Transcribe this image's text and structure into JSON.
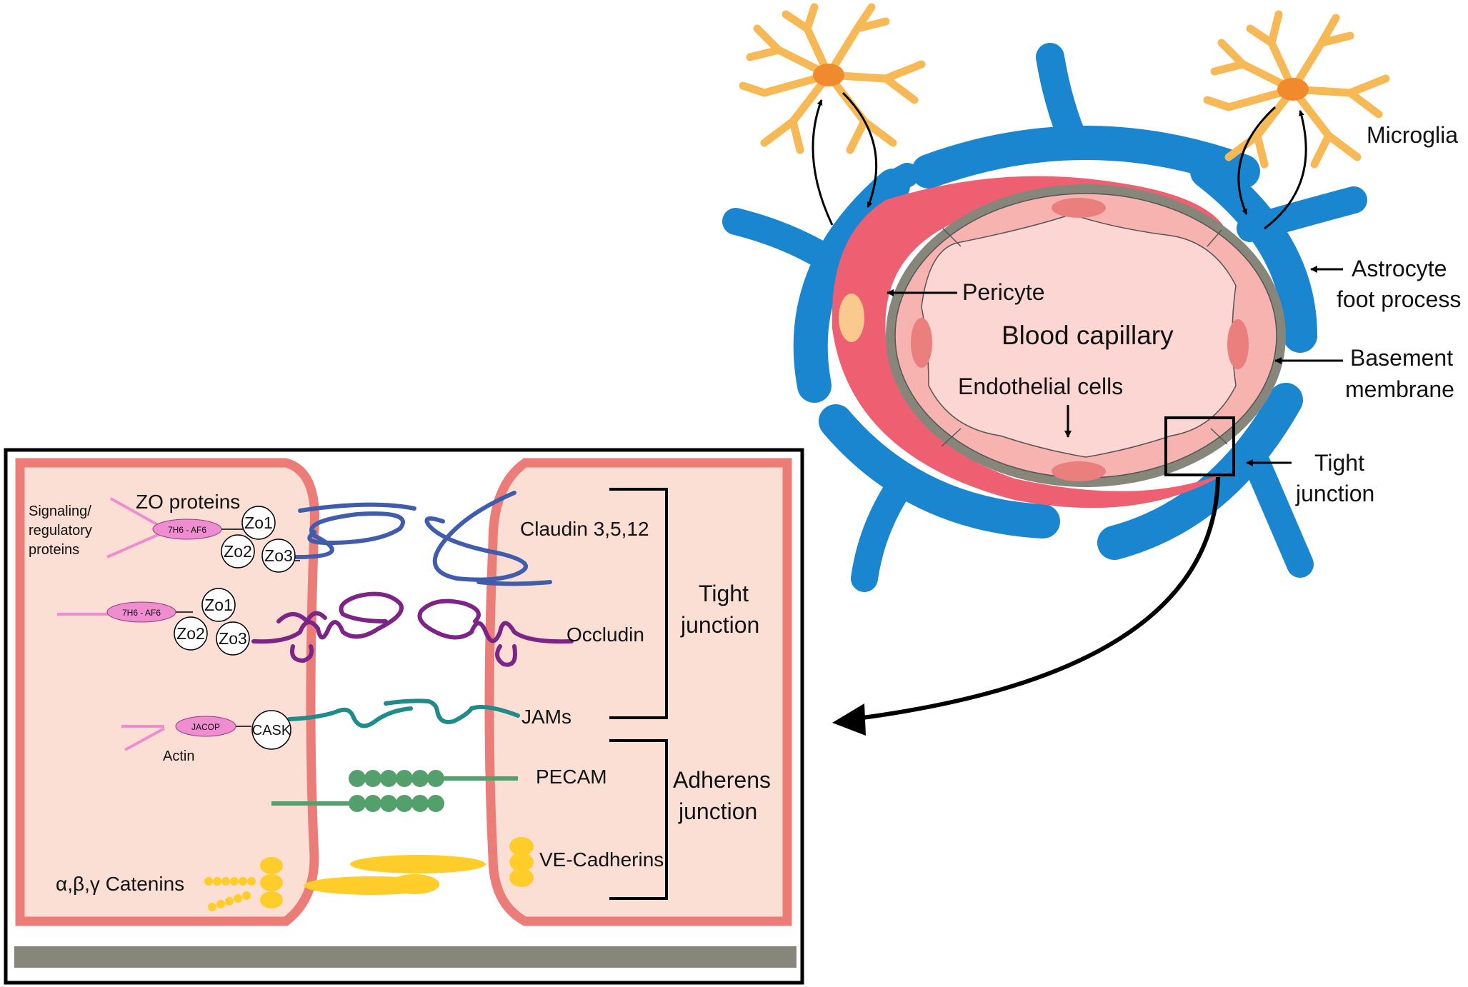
{
  "labels": {
    "microglia": "Microglia",
    "astrocyte_line1": "Astrocyte",
    "astrocyte_line2": "foot process",
    "pericyte": "Pericyte",
    "blood_capillary": "Blood capillary",
    "basement_line1": "Basement",
    "basement_line2": "membrane",
    "endothelial": "Endothelial cells",
    "tight_top_line1": "Tight",
    "tight_top_line2": "junction",
    "zo_proteins": "ZO proteins",
    "signaling_line1": "Signaling/",
    "signaling_line2": "regulatory",
    "signaling_line3": "proteins",
    "ah6_1": "7H6 - AF6",
    "ah6_2": "7H6 - AF6",
    "jacop": "JACOP",
    "zo1_a": "Zo1",
    "zo2_a": "Zo2",
    "zo3_a": "Zo3",
    "zo1_b": "Zo1",
    "zo2_b": "Zo2",
    "zo3_b": "Zo3",
    "cask": "CASK",
    "actin": "Actin",
    "claudin": "Claudin 3,5,12",
    "occludin": "Occludin",
    "jams": "JAMs",
    "pecam": "PECAM",
    "ve_cadherins": "VE-Cadherins",
    "catenins": "α,β,γ Catenins",
    "tight_inset_line1": "Tight",
    "tight_inset_line2": "junction",
    "adherens_line1": "Adherens",
    "adherens_line2": "junction"
  },
  "colors": {
    "astrocyte": "#1a86d0",
    "pericyte": "#ee6071",
    "basement": "#86877a",
    "endothelial": "#f7b3b0",
    "lumen": "#fbd6d2",
    "microglia": "#f7b955",
    "claudin": "#3f5cad",
    "occludin": "#7d2487",
    "jams": "#1f8b8b",
    "pecam": "#53a06c",
    "cadherin": "#ffcd2a",
    "regulatory": "#ee8ed0",
    "cell": "#fbdfd4",
    "membrane": "#ec7c78"
  }
}
